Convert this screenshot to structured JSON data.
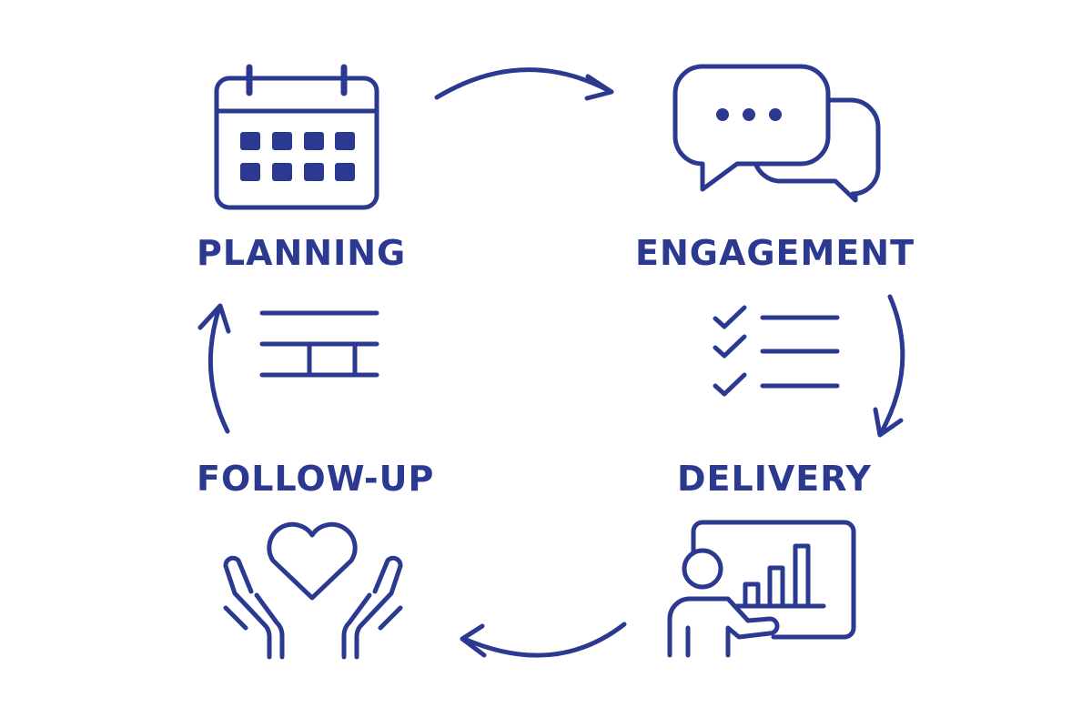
{
  "diagram": {
    "type": "cycle",
    "accent_color": "#2b3990",
    "background_color": "#ffffff",
    "steps": [
      {
        "label": "PLANNING",
        "icon": "calendar-icon"
      },
      {
        "label": "ENGAGEMENT",
        "icon": "chat-bubbles-icon"
      },
      {
        "label": "DELIVERY",
        "icon": "presenter-chart-icon"
      },
      {
        "label": "FOLLOW-UP",
        "icon": "heart-hands-icon"
      }
    ],
    "connectors": [
      {
        "from": "PLANNING",
        "to": "ENGAGEMENT",
        "icon": "arrow-right-curved-icon"
      },
      {
        "from": "ENGAGEMENT",
        "to": "DELIVERY",
        "icon": "arrow-down-curved-icon"
      },
      {
        "from": "DELIVERY",
        "to": "FOLLOW-UP",
        "icon": "arrow-left-curved-icon"
      },
      {
        "from": "FOLLOW-UP",
        "to": "PLANNING",
        "icon": "arrow-up-curved-icon"
      }
    ],
    "decorations": [
      {
        "icon": "checklist-icon",
        "position": "right-middle"
      },
      {
        "icon": "table-lines-icon",
        "position": "left-middle"
      }
    ]
  }
}
